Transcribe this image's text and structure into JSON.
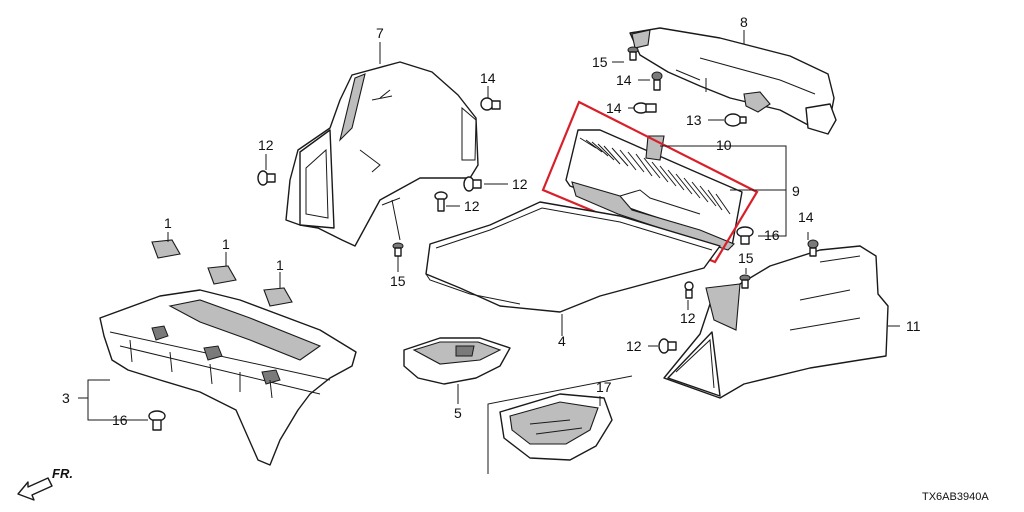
{
  "diagram": {
    "code": "TX6AB3940A",
    "direction_label": "FR.",
    "highlight_color": "#d9202a",
    "callouts": [
      {
        "id": "c1a",
        "text": "1"
      },
      {
        "id": "c1b",
        "text": "1"
      },
      {
        "id": "c1c",
        "text": "1"
      },
      {
        "id": "c3",
        "text": "3"
      },
      {
        "id": "c4",
        "text": "4"
      },
      {
        "id": "c5",
        "text": "5"
      },
      {
        "id": "c7",
        "text": "7"
      },
      {
        "id": "c8",
        "text": "8"
      },
      {
        "id": "c9",
        "text": "9"
      },
      {
        "id": "c10",
        "text": "10"
      },
      {
        "id": "c11",
        "text": "11"
      },
      {
        "id": "c12a",
        "text": "12"
      },
      {
        "id": "c12b",
        "text": "12"
      },
      {
        "id": "c12c",
        "text": "12"
      },
      {
        "id": "c12d",
        "text": "12"
      },
      {
        "id": "c12e",
        "text": "12"
      },
      {
        "id": "c13",
        "text": "13"
      },
      {
        "id": "c14a",
        "text": "14"
      },
      {
        "id": "c14b",
        "text": "14"
      },
      {
        "id": "c14c",
        "text": "14"
      },
      {
        "id": "c14d",
        "text": "14"
      },
      {
        "id": "c15a",
        "text": "15"
      },
      {
        "id": "c15b",
        "text": "15"
      },
      {
        "id": "c15c",
        "text": "15"
      },
      {
        "id": "c16a",
        "text": "16"
      },
      {
        "id": "c16b",
        "text": "16"
      },
      {
        "id": "c17",
        "text": "17"
      }
    ]
  }
}
